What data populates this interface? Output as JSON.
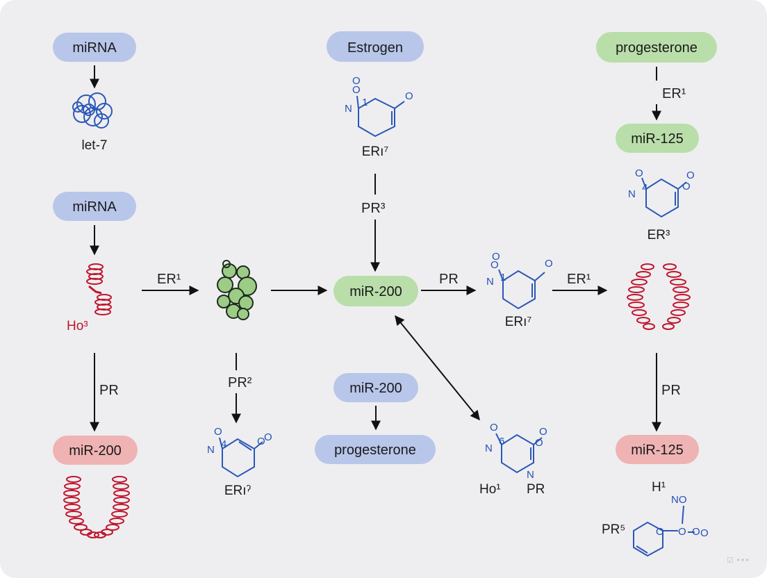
{
  "colors": {
    "blue_pill": "#b8c6ea",
    "green_pill": "#b9deaa",
    "red_pill": "#efb3b3",
    "molecule_blue": "#2b57b8",
    "helix_red": "#c0142c",
    "bead_green": "#9ccc86"
  },
  "nodes": {
    "mirna_top": "miRNA",
    "estrogen": "Estrogen",
    "progesterone_top": "progesterone",
    "mir125_top": "miR-125",
    "mirna_mid": "miRNA",
    "mir200_center": "miR-200",
    "mir200_left": "miR-200",
    "mir200_bottom": "miR-200",
    "progesterone_bottom": "progesterone",
    "mir125_bottom": "miR-125"
  },
  "labels": {
    "let7": "let-7",
    "er_estrogen_mol": "ERı⁷",
    "er1_right_top": "ER¹",
    "er3_right": "ER³",
    "pr3": "PR³",
    "ho3": "Ho³",
    "er1_left": "ER¹",
    "pr_center": "PR",
    "er_center_mol": "ERı⁷",
    "er1_center_right": "ER¹",
    "pr_left": "PR",
    "pr2": "PR²",
    "er_bottom_mol": "ERıˀ",
    "ho1": "Ho¹",
    "pr_bottom_mol": "PR",
    "pr_right": "PR",
    "h1": "H¹",
    "pr5": "PR⁵"
  },
  "atoms": {
    "estrogen_mol": {
      "n": "N",
      "o1": "O",
      "o2": "O",
      "sub": "1",
      "o3": "O"
    },
    "right_mol": {
      "n": "N",
      "o1": "O",
      "o2": "O",
      "sub": "4",
      "o3": "O"
    },
    "center_mol": {
      "n": "N",
      "o1": "O",
      "o2": "O",
      "sub": "1",
      "o3": "O"
    },
    "bottom_mol": {
      "n": "N",
      "o1": "O",
      "o2": "O",
      "sub": "4",
      "o3": "O"
    },
    "ring_n_mol": {
      "n": "N",
      "o1": "O",
      "o2": "O",
      "sub": "6",
      "o3": "O",
      "ring_n": "N"
    },
    "pyran_mol": {
      "o_ring": "O",
      "no": "NO",
      "o_chain1": "O",
      "o_chain2": "O",
      "o_chain3": "O"
    }
  },
  "watermark": "☑ •••"
}
